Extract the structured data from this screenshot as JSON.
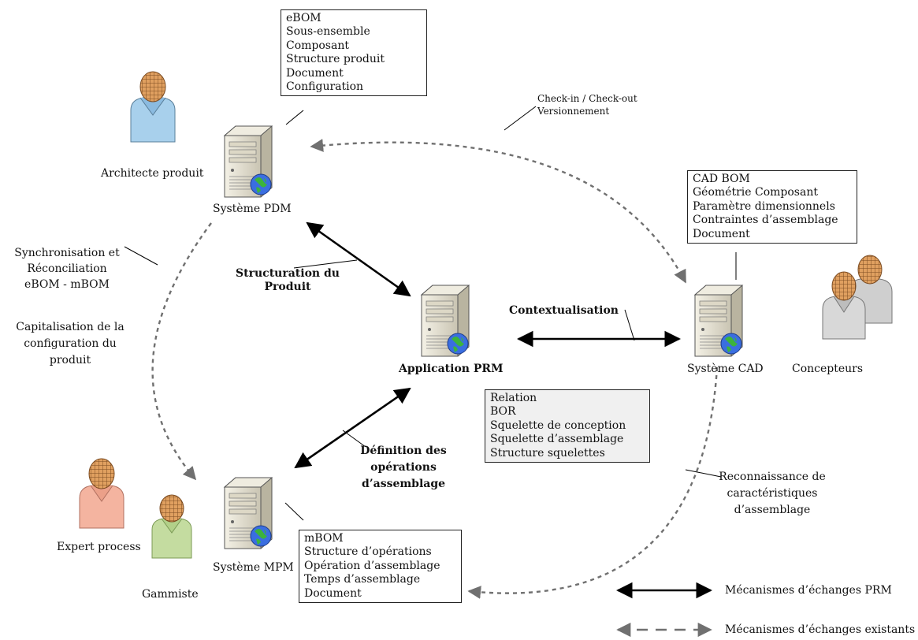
{
  "systems": {
    "pdm": "Système PDM",
    "cad": "Système CAD",
    "mpm": "Système MPM",
    "prm": "Application PRM"
  },
  "actors": {
    "architect": "Architecte produit",
    "designers": "Concepteurs",
    "process_expert": "Expert process",
    "gammiste": "Gammiste"
  },
  "links": {
    "structuration": [
      "Structuration du",
      "Produit"
    ],
    "contextualisation": "Contextualisation",
    "definition": [
      "Définition des",
      "opérations",
      "d’assemblage"
    ],
    "checkin": [
      "Check-in / Check-out",
      "Versionnement"
    ],
    "sync": [
      "Synchronisation et",
      "Réconciliation",
      "eBOM - mBOM"
    ],
    "capitalisation": [
      "Capitalisation de la",
      "configuration du",
      "produit"
    ],
    "recognition": [
      "Reconnaissance de",
      "caractéristiques",
      "d’assemblage"
    ]
  },
  "boxes": {
    "pdm": [
      "eBOM",
      "Sous-ensemble",
      "Composant",
      "Structure produit",
      "Document",
      "Configuration"
    ],
    "cad": [
      "CAD BOM",
      "Géométrie Composant",
      "Paramètre dimensionnels",
      "Contraintes d’assemblage",
      "Document"
    ],
    "prm": [
      "Relation",
      "BOR",
      "Squelette de conception",
      "Squelette d’assemblage",
      "Structure squelettes"
    ],
    "mpm": [
      "mBOM",
      "Structure d’opérations",
      "Opération d’assemblage",
      "Temps d’assemblage",
      "Document"
    ]
  },
  "legend": {
    "prm": "Mécanismes d’échanges PRM",
    "existing": "Mécanismes d’échanges existants"
  },
  "colors": {
    "head": "#e0a060",
    "head_grid": "#7a4a20",
    "architect_body": "#a8d0ec",
    "designer_body": "#cfcfcf",
    "expert_body": "#f4b4a0",
    "gammiste_body": "#c4dca0",
    "server_body": "#e6e2d4",
    "dashed": "#707070",
    "solid": "#000000"
  }
}
